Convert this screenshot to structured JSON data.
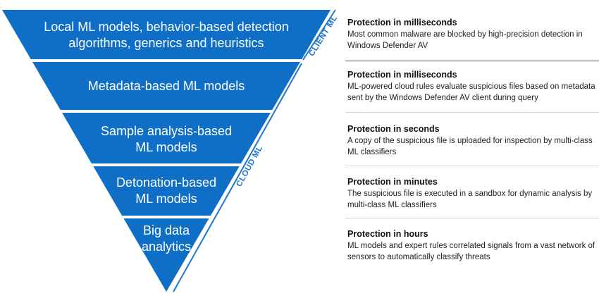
{
  "colors": {
    "tier_fill": "#0f6fc6",
    "separator": "#ffffff",
    "bracket": "#1f76d2"
  },
  "tiers": [
    {
      "label": "Local ML models, behavior-based detection\nalgorithms, generics and heuristics"
    },
    {
      "label": "Metadata-based ML models"
    },
    {
      "label": "Sample analysis-based\nML models"
    },
    {
      "label": "Detonation-based\nML models"
    },
    {
      "label": "Big data\nanalytics"
    }
  ],
  "groups": {
    "client": "CLIENT ML",
    "cloud": "CLOUD ML"
  },
  "descriptions": [
    {
      "title": "Protection in milliseconds",
      "body": "Most common malware are blocked by high-precision detection in Windows Defender AV"
    },
    {
      "title": "Protection in milliseconds",
      "body": "ML-powered cloud rules evaluate suspicious files based on metadata sent by the Windows Defender AV client during query"
    },
    {
      "title": "Protection in seconds",
      "body": "A copy of the suspicious file is uploaded for inspection by multi-class ML classifiers"
    },
    {
      "title": "Protection in minutes",
      "body": "The suspicious file is executed in a sandbox for dynamic analysis by multi-class ML classifiers"
    },
    {
      "title": "Protection in hours",
      "body": "ML models and expert rules correlated signals from a  vast network of sensors to automatically classify threats"
    }
  ]
}
